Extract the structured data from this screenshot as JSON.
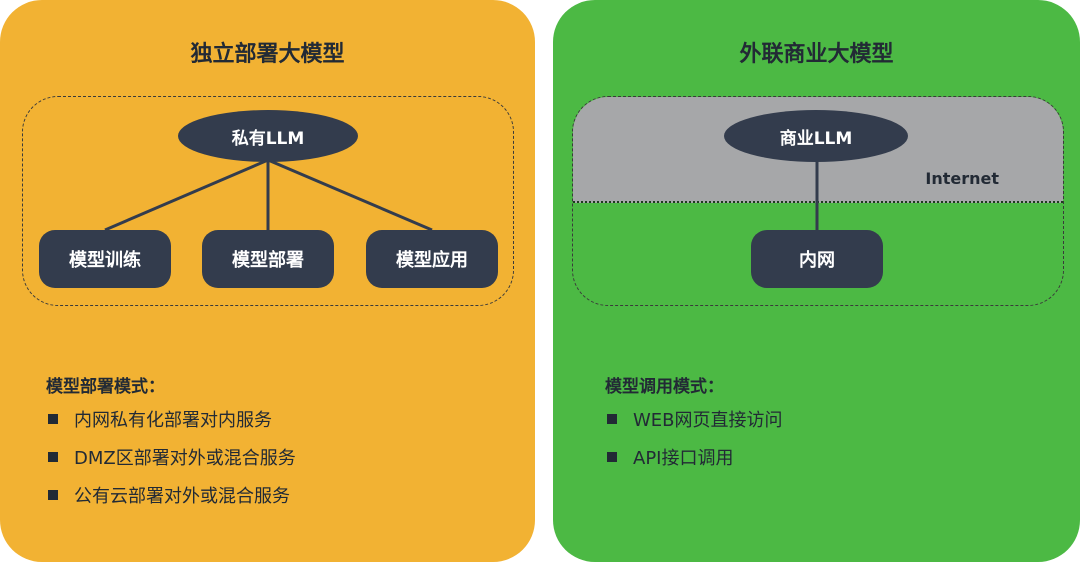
{
  "left": {
    "title": "独立部署大模型",
    "center_node": "私有LLM",
    "children": [
      "模型训练",
      "模型部署",
      "模型应用"
    ],
    "section_heading": "模型部署模式：",
    "bullets": [
      "内网私有化部署对内服务",
      "DMZ区部署对外或混合服务",
      "公有云部署对外或混合服务"
    ],
    "color": "#F2B233"
  },
  "right": {
    "title": "外联商业大模型",
    "center_node": "商业LLM",
    "internet_label": "Internet",
    "child": "内网",
    "section_heading": "模型调用模式：",
    "bullets": [
      "WEB网页直接访问",
      "API接口调用"
    ],
    "color": "#4CB944"
  },
  "colors": {
    "node": "#333C4D",
    "text": "#222A35",
    "internet_zone": "#A6A7A9"
  }
}
